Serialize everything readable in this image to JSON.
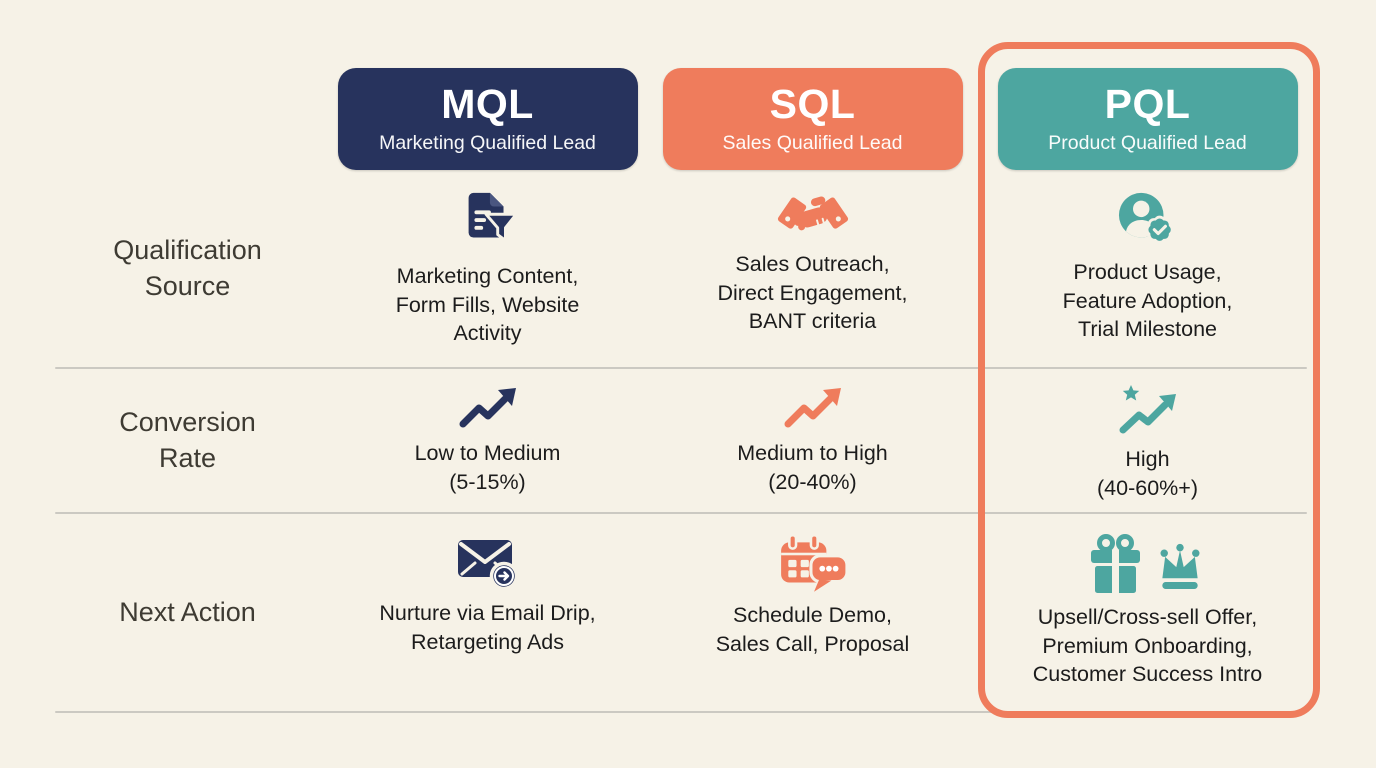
{
  "canvas": {
    "background_color": "#f6f2e7",
    "divider_color": "#cbc9c2",
    "body_text_color": "#1c1c1c",
    "row_label_color": "#3e3b33"
  },
  "columns": [
    {
      "abbr": "MQL",
      "full": "Marketing Qualified Lead",
      "color": "#27335d",
      "highlighted": false
    },
    {
      "abbr": "SQL",
      "full": "Sales Qualified Lead",
      "color": "#ef7c5c",
      "highlighted": false
    },
    {
      "abbr": "PQL",
      "full": "Product Qualified Lead",
      "color": "#4da6a0",
      "highlighted": true,
      "highlight_border_color": "#ef7c5c"
    }
  ],
  "rows": [
    {
      "label": "Qualification\nSource",
      "cells": [
        {
          "icon": "document-funnel-icon",
          "text": "Marketing Content,\nForm Fills, Website\nActivity"
        },
        {
          "icon": "handshake-icon",
          "text": "Sales Outreach,\nDirect Engagement,\nBANT criteria"
        },
        {
          "icon": "user-verified-icon",
          "text": "Product Usage,\nFeature Adoption,\nTrial Milestone"
        }
      ]
    },
    {
      "label": "Conversion\nRate",
      "cells": [
        {
          "icon": "trending-up-icon",
          "text": "Low to Medium\n(5-15%)"
        },
        {
          "icon": "trending-up-icon",
          "text": "Medium to High\n(20-40%)"
        },
        {
          "icon": "trending-up-star-icon",
          "text": "High\n(40-60%+)"
        }
      ]
    },
    {
      "label": "Next Action",
      "cells": [
        {
          "icon": "email-forward-icon",
          "text": "Nurture via Email Drip,\nRetargeting Ads"
        },
        {
          "icon": "calendar-chat-icon",
          "text": "Schedule Demo,\nSales Call, Proposal"
        },
        {
          "icon": "gift-crown-icon",
          "text": "Upsell/Cross-sell Offer,\nPremium Onboarding,\nCustomer Success Intro"
        }
      ]
    }
  ]
}
